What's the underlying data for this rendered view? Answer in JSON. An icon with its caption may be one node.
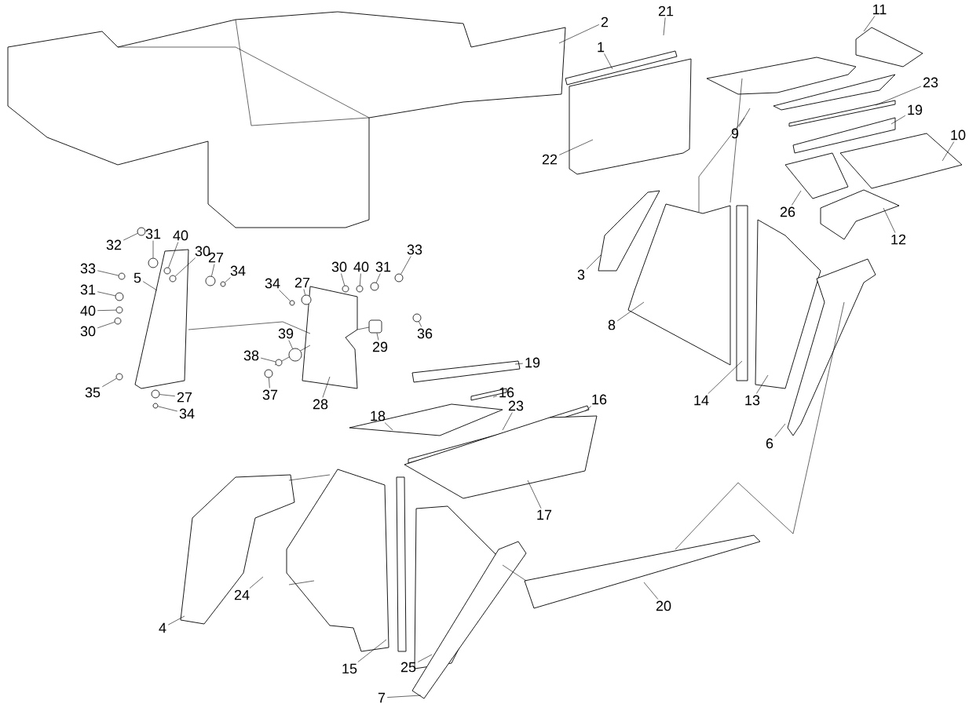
{
  "diagram": {
    "nodes": [
      {
        "text": [
          "1"
        ]
      },
      {
        "text": [
          "2"
        ]
      },
      {
        "text": [
          "21"
        ]
      },
      {
        "text": [
          "11"
        ]
      },
      {
        "text": [
          "23"
        ]
      },
      {
        "text": [
          "9"
        ]
      },
      {
        "text": [
          "19"
        ]
      },
      {
        "text": [
          "10"
        ]
      },
      {
        "text": [
          "22"
        ]
      },
      {
        "text": [
          "26"
        ]
      },
      {
        "text": [
          "12"
        ]
      },
      {
        "text": [
          "31"
        ]
      },
      {
        "text": [
          "40"
        ]
      },
      {
        "text": [
          "30"
        ]
      },
      {
        "text": [
          "32"
        ]
      },
      {
        "text": [
          "27"
        ]
      },
      {
        "text": [
          "34"
        ]
      },
      {
        "text": [
          "33"
        ]
      },
      {
        "text": [
          "31"
        ]
      },
      {
        "text": [
          "40"
        ]
      },
      {
        "text": [
          "30"
        ]
      },
      {
        "text": [
          "5"
        ]
      },
      {
        "text": [
          "35"
        ]
      },
      {
        "text": [
          "27"
        ]
      },
      {
        "text": [
          "34"
        ]
      },
      {
        "text": [
          "34"
        ]
      },
      {
        "text": [
          "27"
        ]
      },
      {
        "text": [
          "30"
        ]
      },
      {
        "text": [
          "40"
        ]
      },
      {
        "text": [
          "31"
        ]
      },
      {
        "text": [
          "33"
        ]
      },
      {
        "text": [
          "39"
        ]
      },
      {
        "text": [
          "38"
        ]
      },
      {
        "text": [
          "37"
        ]
      },
      {
        "text": [
          "29"
        ]
      },
      {
        "text": [
          "36"
        ]
      },
      {
        "text": [
          "28"
        ]
      },
      {
        "text": [
          "19"
        ]
      },
      {
        "text": [
          "18"
        ]
      },
      {
        "text": [
          "16"
        ]
      },
      {
        "text": [
          "23"
        ]
      },
      {
        "text": [
          "16"
        ]
      },
      {
        "text": [
          "17"
        ]
      },
      {
        "text": [
          "3"
        ]
      },
      {
        "text": [
          "8"
        ]
      },
      {
        "text": [
          "14"
        ]
      },
      {
        "text": [
          "13"
        ]
      },
      {
        "text": [
          "6"
        ]
      },
      {
        "text": [
          "20"
        ]
      },
      {
        "text": [
          "4"
        ]
      },
      {
        "text": [
          "24"
        ]
      },
      {
        "text": [
          "15"
        ]
      },
      {
        "text": [
          "25"
        ]
      },
      {
        "text": [
          "7"
        ]
      },
      {
        "text": [],
        "shape": "circle"
      },
      {
        "text": [],
        "shape": "circle"
      },
      {
        "text": [],
        "shape": "circle"
      },
      {
        "text": [],
        "shape": "circle"
      },
      {
        "text": [],
        "shape": "circle"
      },
      {
        "text": [],
        "shape": "circle"
      },
      {
        "text": [],
        "shape": "circle"
      },
      {
        "text": [],
        "shape": "circle"
      },
      {
        "text": [],
        "shape": "circle"
      },
      {
        "text": [],
        "shape": "circle"
      },
      {
        "text": [],
        "shape": "circle"
      },
      {
        "text": [],
        "shape": "circle"
      },
      {
        "text": [],
        "shape": "circle"
      },
      {
        "text": [],
        "shape": "circle"
      },
      {
        "text": [],
        "shape": "circle"
      },
      {
        "text": [],
        "shape": "circle"
      },
      {
        "text": [],
        "shape": "circle"
      },
      {
        "text": [],
        "shape": "circle"
      },
      {
        "text": [],
        "shape": "circle"
      },
      {
        "text": [],
        "shape": "circle"
      },
      {
        "text": [],
        "shape": "circle"
      },
      {
        "text": [],
        "shape": "circle"
      },
      {
        "text": [],
        "shape": "plate"
      },
      {
        "text": [],
        "shape": "circle"
      }
    ],
    "edges": [
      {
        "from": 0,
        "to": null,
        "arrow": "none"
      },
      {
        "from": 1,
        "to": null,
        "arrow": "none"
      },
      {
        "from": 2,
        "to": null,
        "arrow": "none"
      },
      {
        "from": 3,
        "to": null,
        "arrow": "none"
      },
      {
        "from": 4,
        "to": null,
        "arrow": "none"
      },
      {
        "from": 5,
        "to": null,
        "arrow": "none"
      },
      {
        "from": 6,
        "to": null,
        "arrow": "none"
      },
      {
        "from": 7,
        "to": null,
        "arrow": "none"
      },
      {
        "from": 8,
        "to": null,
        "arrow": "none"
      },
      {
        "from": 9,
        "to": null,
        "arrow": "none"
      },
      {
        "from": 10,
        "to": null,
        "arrow": "none"
      },
      {
        "from": 11,
        "to": 54,
        "arrow": "none"
      },
      {
        "from": 12,
        "to": 55,
        "arrow": "none"
      },
      {
        "from": 13,
        "to": 56,
        "arrow": "none"
      },
      {
        "from": 14,
        "to": 57,
        "arrow": "none"
      },
      {
        "from": 15,
        "to": 58,
        "arrow": "none"
      },
      {
        "from": 16,
        "to": 59,
        "arrow": "none"
      },
      {
        "from": 17,
        "to": 60,
        "arrow": "none"
      },
      {
        "from": 18,
        "to": 61,
        "arrow": "none"
      },
      {
        "from": 19,
        "to": 62,
        "arrow": "none"
      },
      {
        "from": 20,
        "to": 63,
        "arrow": "none"
      },
      {
        "from": 21,
        "to": null,
        "arrow": "none"
      },
      {
        "from": 22,
        "to": 64,
        "arrow": "none"
      },
      {
        "from": 23,
        "to": 65,
        "arrow": "none"
      },
      {
        "from": 24,
        "to": 66,
        "arrow": "none"
      },
      {
        "from": 25,
        "to": 67,
        "arrow": "none"
      },
      {
        "from": 26,
        "to": 68,
        "arrow": "none"
      },
      {
        "from": 27,
        "to": 69,
        "arrow": "none"
      },
      {
        "from": 28,
        "to": 70,
        "arrow": "none"
      },
      {
        "from": 29,
        "to": 71,
        "arrow": "none"
      },
      {
        "from": 30,
        "to": 72,
        "arrow": "none"
      },
      {
        "from": 31,
        "to": 73,
        "arrow": "none"
      },
      {
        "from": 32,
        "to": 74,
        "arrow": "none"
      },
      {
        "from": 33,
        "to": 75,
        "arrow": "none"
      },
      {
        "from": 34,
        "to": 76,
        "arrow": "none"
      },
      {
        "from": 35,
        "to": 77,
        "arrow": "none"
      },
      {
        "from": 36,
        "to": null,
        "arrow": "none"
      },
      {
        "from": 37,
        "to": null,
        "arrow": "none"
      },
      {
        "from": 38,
        "to": null,
        "arrow": "none"
      },
      {
        "from": 39,
        "to": null,
        "arrow": "none"
      },
      {
        "from": 40,
        "to": null,
        "arrow": "none"
      },
      {
        "from": 41,
        "to": null,
        "arrow": "none"
      },
      {
        "from": 42,
        "to": null,
        "arrow": "none"
      },
      {
        "from": 43,
        "to": null,
        "arrow": "none"
      },
      {
        "from": 44,
        "to": null,
        "arrow": "none"
      },
      {
        "from": 45,
        "to": null,
        "arrow": "none"
      },
      {
        "from": 46,
        "to": null,
        "arrow": "none"
      },
      {
        "from": 47,
        "to": null,
        "arrow": "none"
      },
      {
        "from": 48,
        "to": null,
        "arrow": "none"
      },
      {
        "from": 49,
        "to": null,
        "arrow": "none"
      },
      {
        "from": 50,
        "to": null,
        "arrow": "none"
      },
      {
        "from": 51,
        "to": null,
        "arrow": "none"
      },
      {
        "from": 52,
        "to": null,
        "arrow": "none"
      },
      {
        "from": 53,
        "to": null,
        "arrow": "none"
      }
    ]
  }
}
